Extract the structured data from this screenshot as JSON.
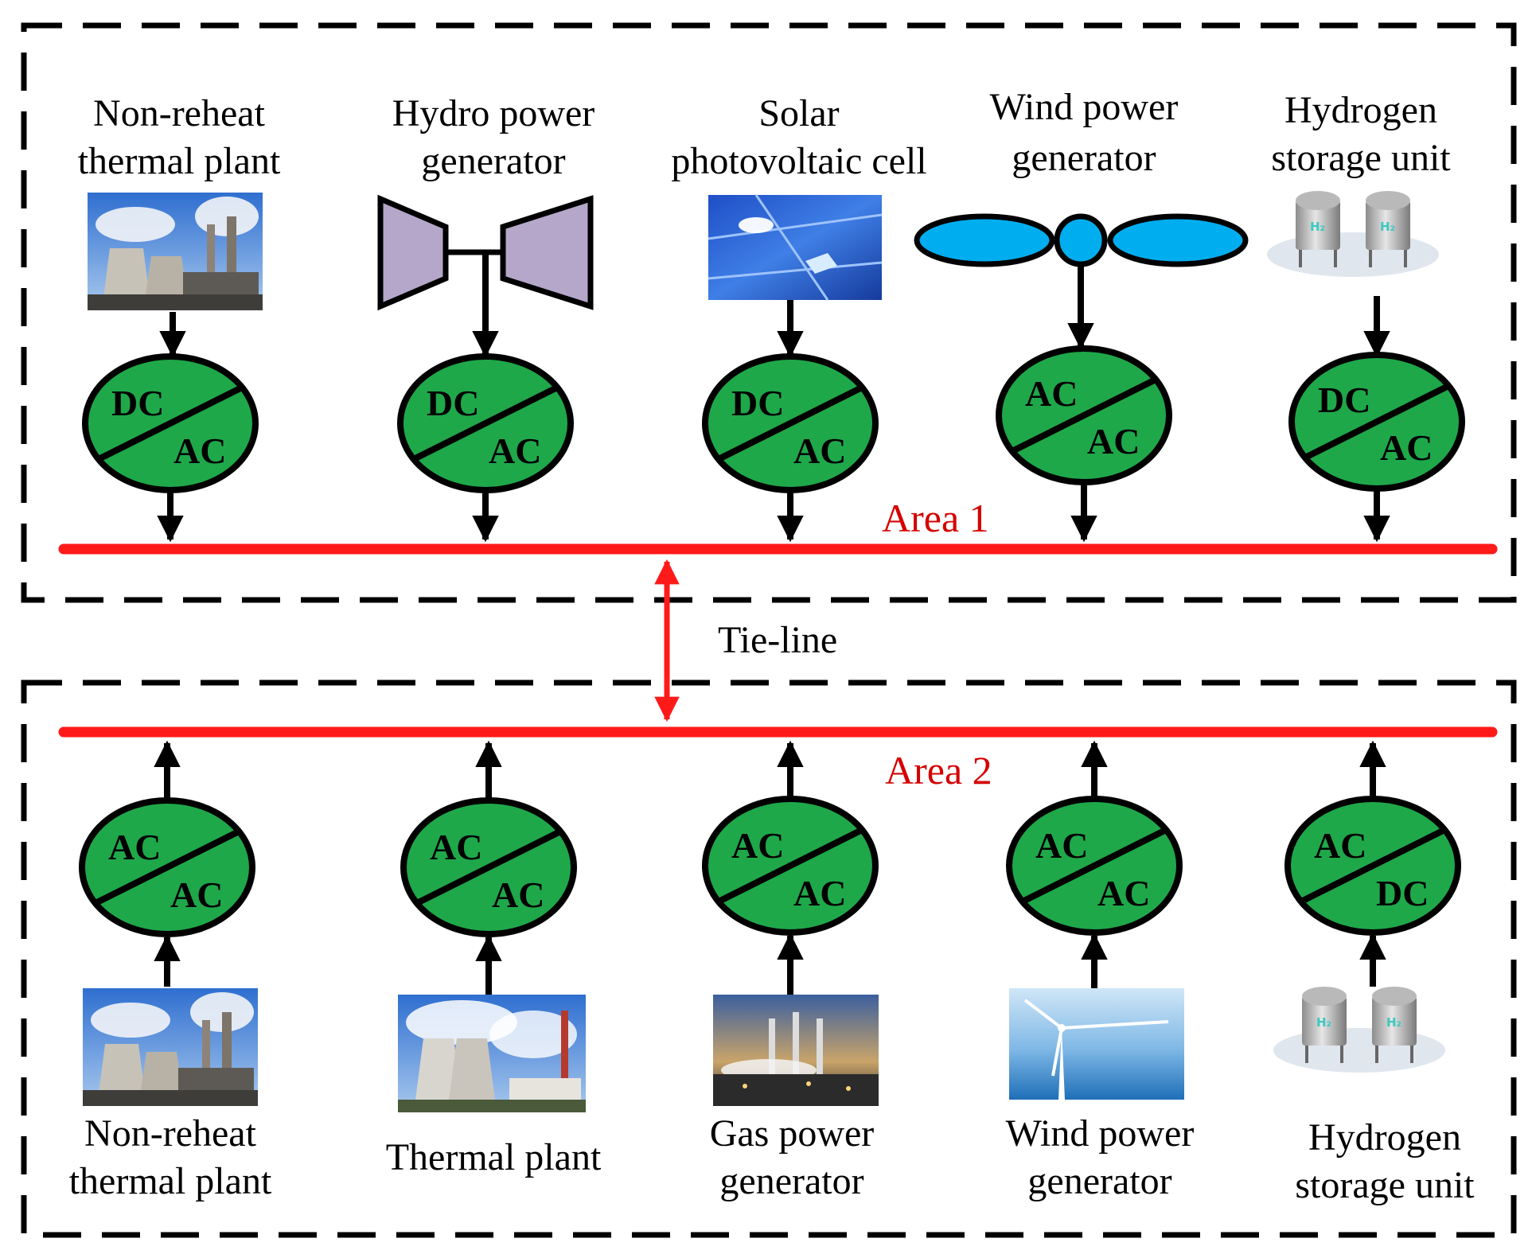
{
  "colors": {
    "bus": "#ff1a1a",
    "area_label": "#d40000",
    "converter_fill": "#1fa84a",
    "stroke": "#000000",
    "wind_blade": "#00aeef",
    "hydro_turbine": "#b4a7c9"
  },
  "tie_line_label": "Tie-line",
  "area1": {
    "label": "Area 1",
    "units": [
      {
        "line1": "Non-reheat",
        "line2": "thermal plant",
        "icon": "thermal-plant-photo-icon",
        "conv_top": "DC",
        "conv_bottom": "AC"
      },
      {
        "line1": "Hydro power",
        "line2": "generator",
        "icon": "hydro-turbine-icon",
        "conv_top": "DC",
        "conv_bottom": "AC"
      },
      {
        "line1": "Solar",
        "line2": "photovoltaic cell",
        "icon": "solar-panel-icon",
        "conv_top": "DC",
        "conv_bottom": "AC"
      },
      {
        "line1": "Wind power",
        "line2": "generator",
        "icon": "wind-rotor-icon",
        "conv_top": "AC",
        "conv_bottom": "AC"
      },
      {
        "line1": "Hydrogen",
        "line2": "storage unit",
        "icon": "hydrogen-tank-icon",
        "conv_top": "DC",
        "conv_bottom": "AC"
      }
    ]
  },
  "area2": {
    "label": "Area 2",
    "units": [
      {
        "line1": "Non-reheat",
        "line2": "thermal plant",
        "icon": "thermal-plant-photo-icon",
        "conv_top": "AC",
        "conv_bottom": "AC"
      },
      {
        "line1": "Thermal plant",
        "line2": "",
        "icon": "cooling-tower-photo-icon",
        "conv_top": "AC",
        "conv_bottom": "AC"
      },
      {
        "line1": "Gas power",
        "line2": "generator",
        "icon": "gas-plant-photo-icon",
        "conv_top": "AC",
        "conv_bottom": "AC"
      },
      {
        "line1": "Wind power",
        "line2": "generator",
        "icon": "wind-turbine-photo-icon",
        "conv_top": "AC",
        "conv_bottom": "AC"
      },
      {
        "line1": "Hydrogen",
        "line2": "storage unit",
        "icon": "hydrogen-tank-icon",
        "conv_top": "AC",
        "conv_bottom": "DC"
      }
    ]
  }
}
